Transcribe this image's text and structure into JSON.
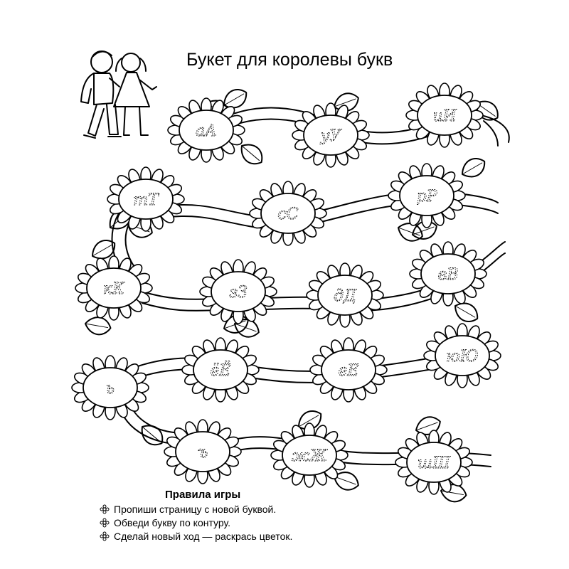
{
  "title": "Букет для королевы букв",
  "flowers": [
    {
      "letters": "аА"
    },
    {
      "letters": "уУ"
    },
    {
      "letters": "иИ"
    },
    {
      "letters": "тТ"
    },
    {
      "letters": "сС"
    },
    {
      "letters": "рР"
    },
    {
      "letters": "кК"
    },
    {
      "letters": "зЗ"
    },
    {
      "letters": "дД"
    },
    {
      "letters": "вВ"
    },
    {
      "letters": "ь"
    },
    {
      "letters": "ёЁ"
    },
    {
      "letters": "еЕ"
    },
    {
      "letters": "юЮ"
    },
    {
      "letters": "ъ"
    },
    {
      "letters": "жЖ"
    },
    {
      "letters": "шШ"
    }
  ],
  "rules": {
    "heading": "Правила игры",
    "items": [
      {
        "text": "Пропиши страницу с новой буквой.",
        "icon": "flower-bullet-icon"
      },
      {
        "text": "Обведи букву по контуру.",
        "icon": "flower-bullet-icon"
      },
      {
        "text": "Сделай новый ход — раскрась цветок.",
        "icon": "flower-bullet-icon"
      }
    ]
  },
  "illustration": {
    "icon": "children-walking-icon"
  }
}
